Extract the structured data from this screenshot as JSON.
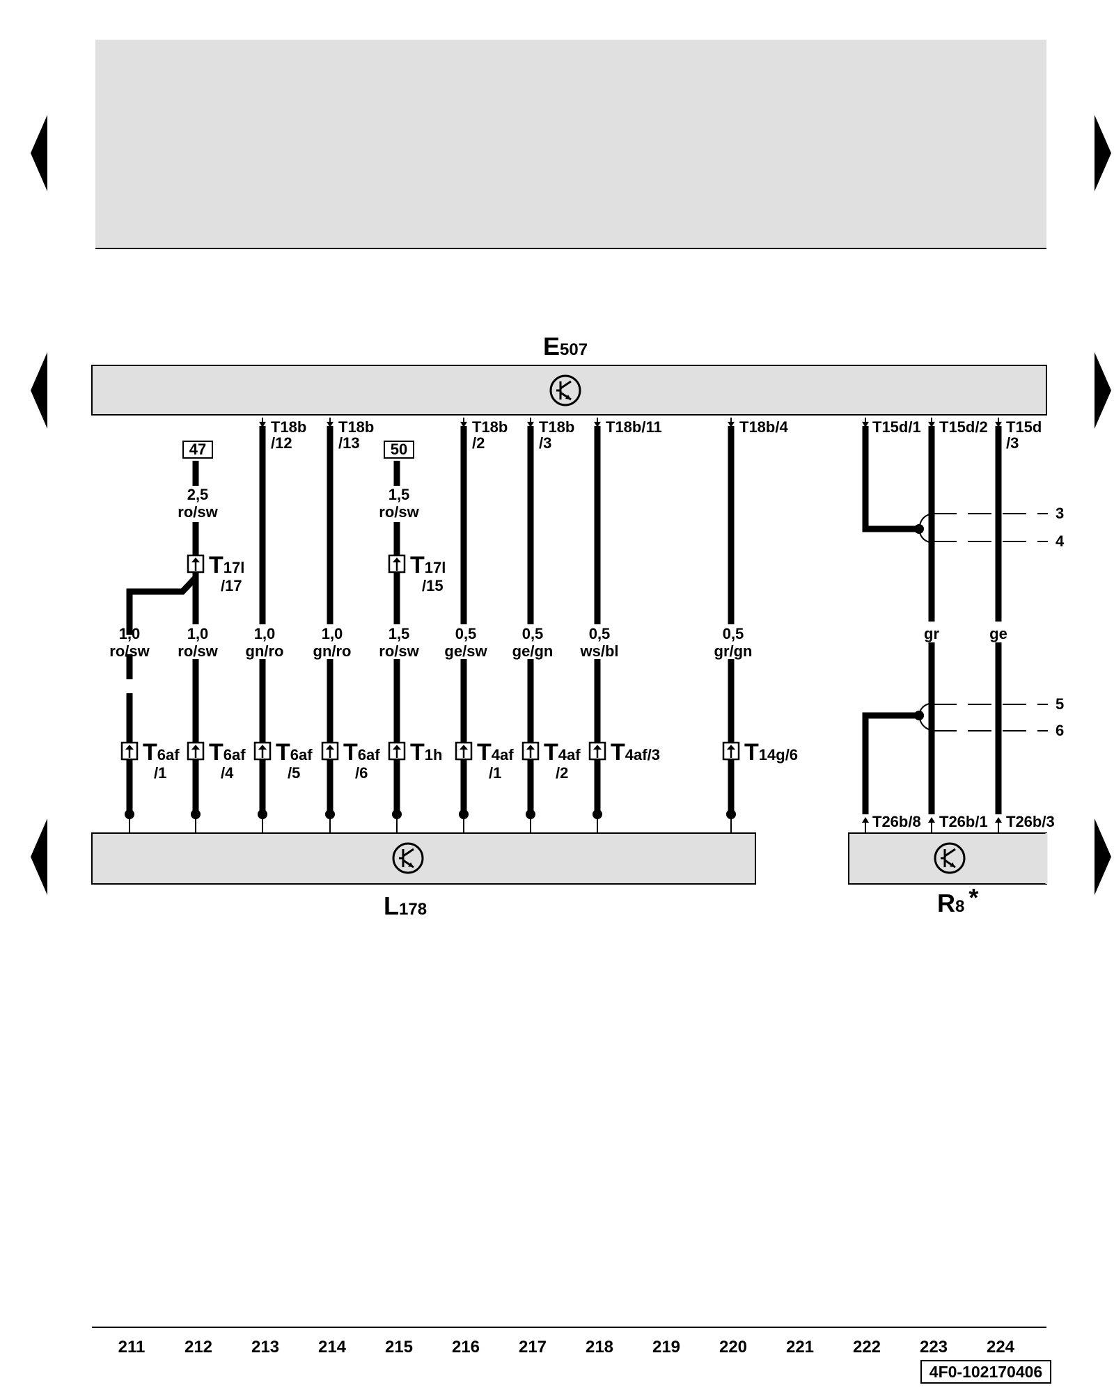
{
  "components": {
    "top": {
      "letter": "E",
      "number": "507"
    },
    "bottom_left": {
      "letter": "L",
      "number": "178"
    },
    "bottom_right": {
      "letter": "R",
      "number": "8",
      "suffix": "*"
    }
  },
  "wires": [
    {
      "column": "211",
      "gauge": "1,0",
      "color": "ro/sw",
      "connector": {
        "base": "T",
        "sub": "6af",
        "pin": "/1"
      }
    },
    {
      "column": "212",
      "gauge": "1,0",
      "color": "ro/sw",
      "connector": {
        "base": "T",
        "sub": "6af",
        "pin": "/4"
      },
      "upper": {
        "box": "47",
        "gauge": "2,5",
        "color": "ro/sw",
        "connector": {
          "base": "T",
          "sub": "17l",
          "pin": "/17"
        }
      }
    },
    {
      "column": "213",
      "gauge": "1,0",
      "color": "gn/ro",
      "top_pin": [
        "T18b",
        "/12"
      ],
      "connector": {
        "base": "T",
        "sub": "6af",
        "pin": "/5"
      }
    },
    {
      "column": "214",
      "gauge": "1,0",
      "color": "gn/ro",
      "top_pin": [
        "T18b",
        "/13"
      ],
      "connector": {
        "base": "T",
        "sub": "6af",
        "pin": "/6"
      }
    },
    {
      "column": "215",
      "gauge": "1,5",
      "color": "ro/sw",
      "connector": {
        "base": "T",
        "sub": "1h",
        "pin": ""
      },
      "upper": {
        "box": "50",
        "gauge": "1,5",
        "color": "ro/sw",
        "connector": {
          "base": "T",
          "sub": "17l",
          "pin": "/15"
        }
      }
    },
    {
      "column": "216",
      "gauge": "0,5",
      "color": "ge/sw",
      "top_pin": [
        "T18b",
        "/2"
      ],
      "connector": {
        "base": "T",
        "sub": "4af",
        "pin": "/1"
      }
    },
    {
      "column": "217",
      "gauge": "0,5",
      "color": "ge/gn",
      "top_pin": [
        "T18b",
        "/3"
      ],
      "connector": {
        "base": "T",
        "sub": "4af",
        "pin": "/2"
      }
    },
    {
      "column": "218",
      "gauge": "0,5",
      "color": "ws/bl",
      "top_pin": [
        "T18b/11",
        ""
      ],
      "connector": {
        "base": "T",
        "sub": "4af/3",
        "pin": ""
      }
    },
    {
      "column": "220",
      "gauge": "0,5",
      "color": "gr/gn",
      "top_pin": [
        "T18b/4",
        ""
      ],
      "connector": {
        "base": "T",
        "sub": "14g/6",
        "pin": ""
      }
    }
  ],
  "right_wires": {
    "top_pins": [
      [
        "T15d/1",
        ""
      ],
      [
        "T15d/2",
        ""
      ],
      [
        "T15d",
        "/3"
      ]
    ],
    "colors": [
      "gr",
      "ge"
    ],
    "bottom_pins": [
      "T26b/8",
      "T26b/1",
      "T26b/3"
    ],
    "refs": [
      "3",
      "4",
      "5",
      "6"
    ]
  },
  "page_numbers": [
    "211",
    "212",
    "213",
    "214",
    "215",
    "216",
    "217",
    "218",
    "219",
    "220",
    "221",
    "222",
    "223",
    "224"
  ],
  "document_id": "4F0-102170406"
}
